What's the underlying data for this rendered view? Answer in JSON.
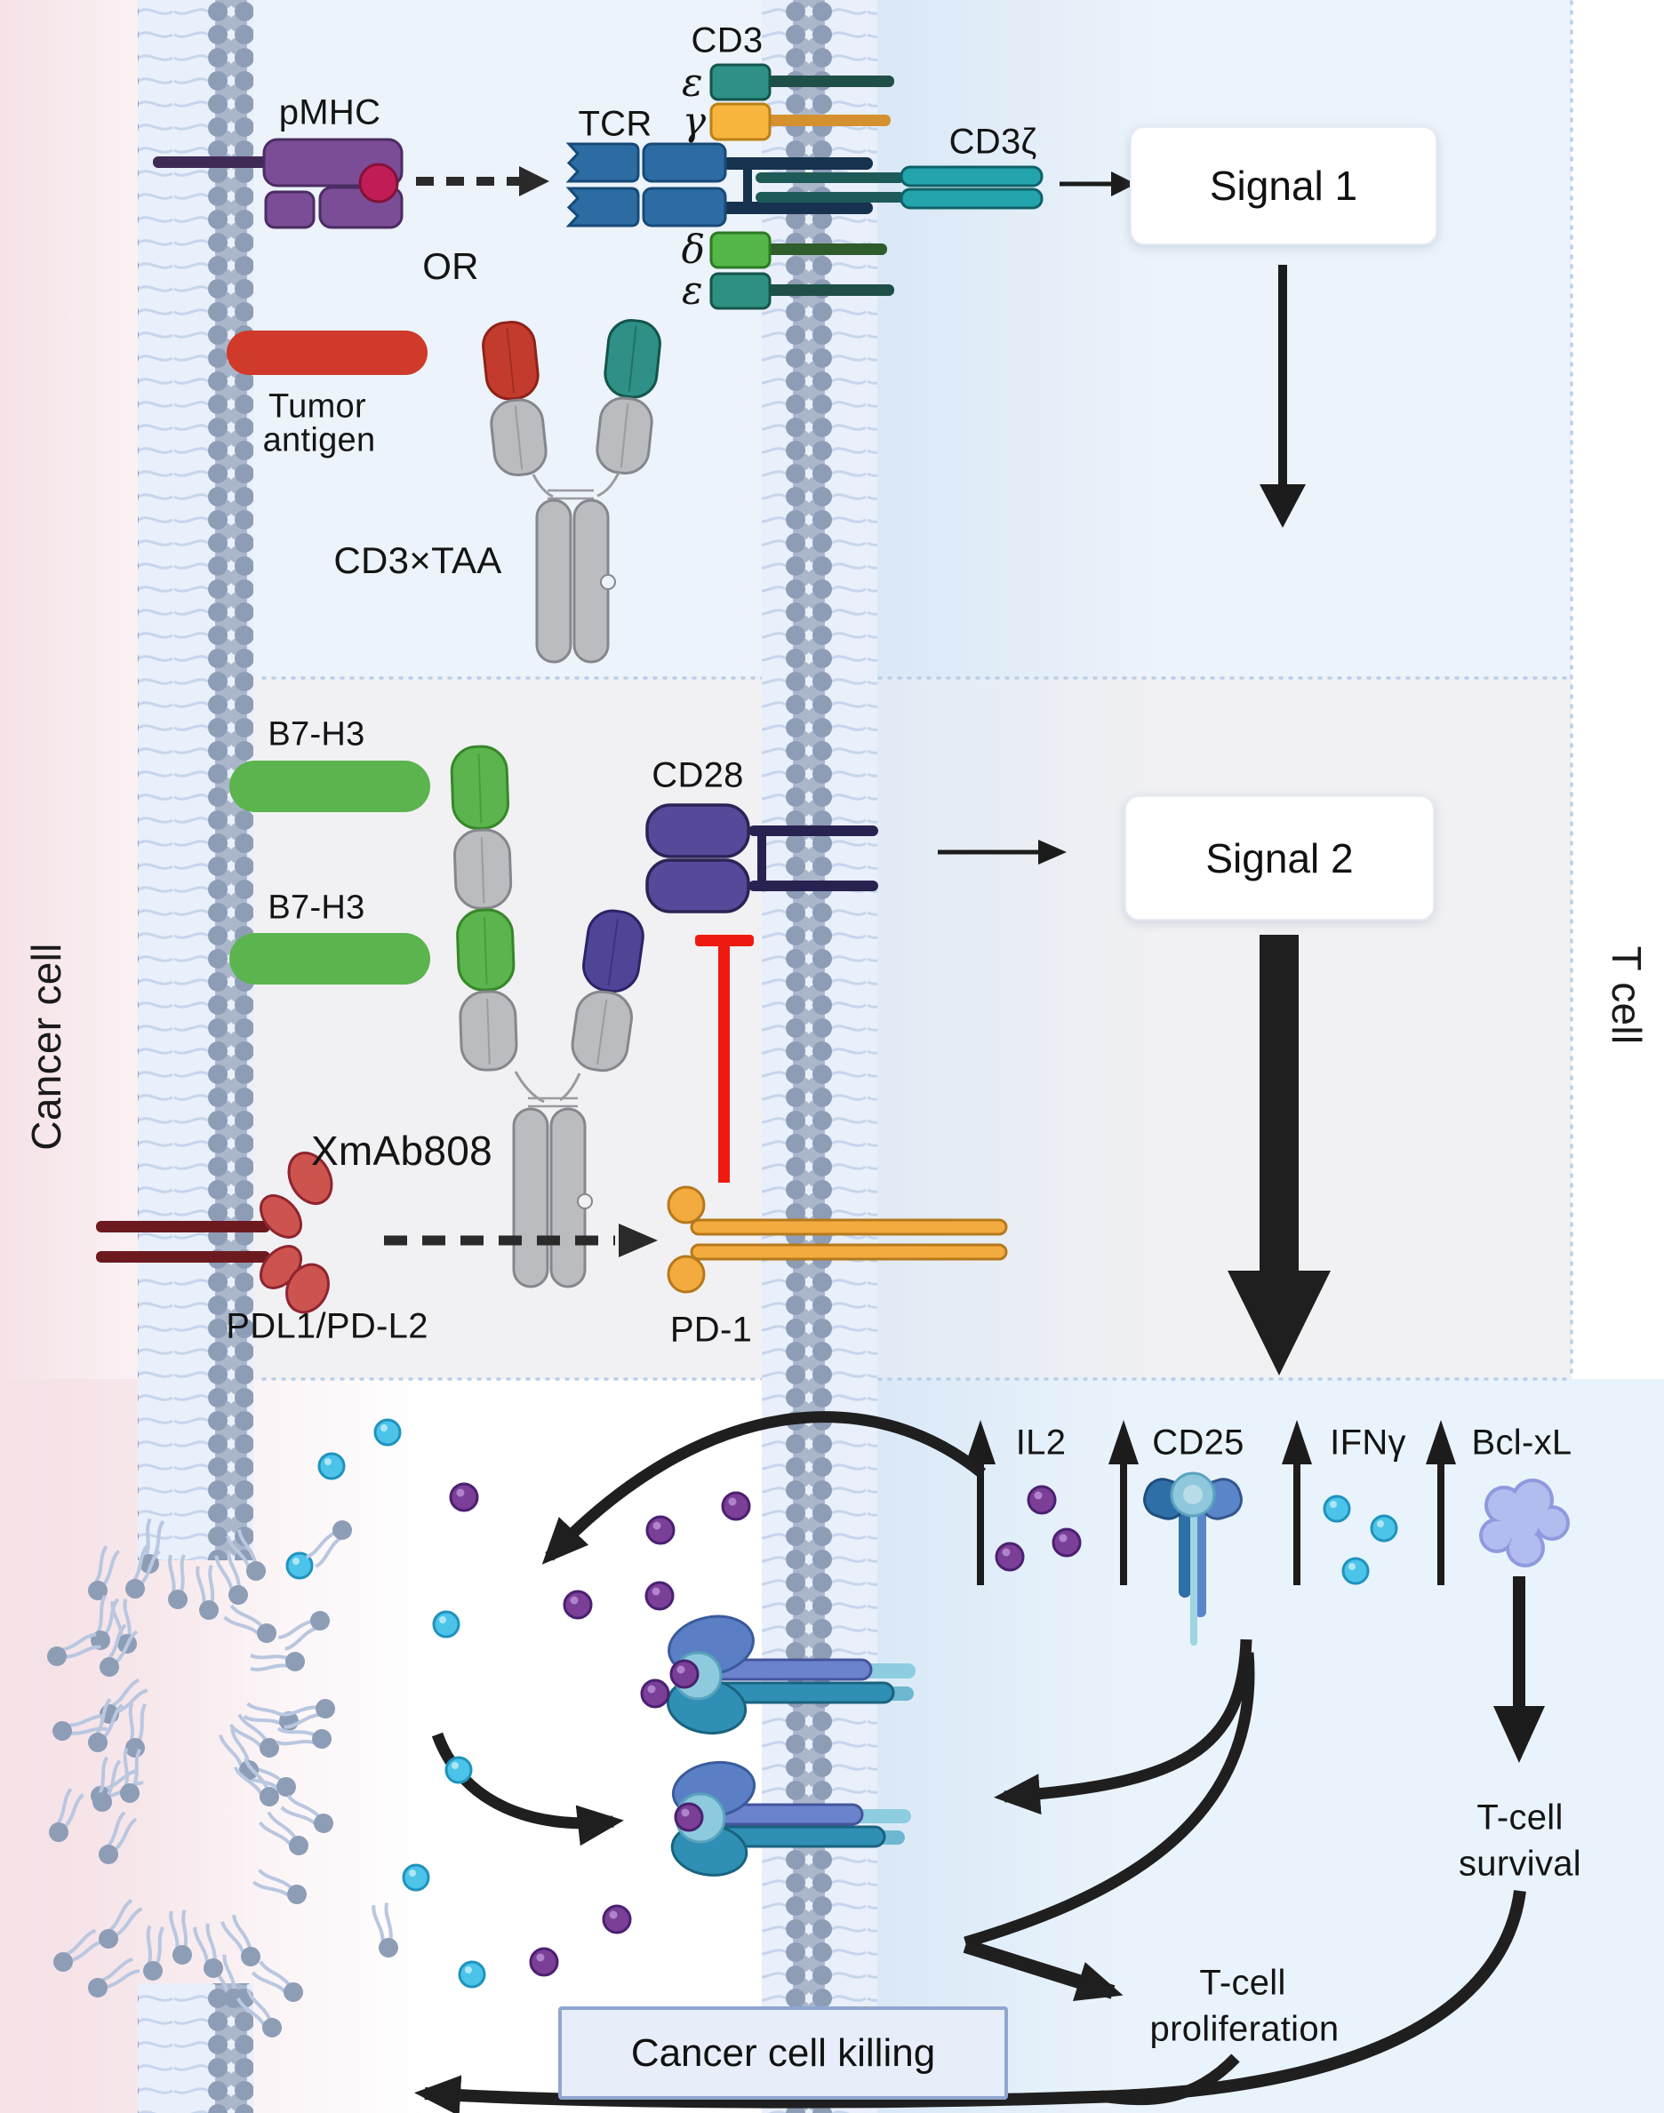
{
  "figure": {
    "side_labels": {
      "cancer_cell": "Cancer cell",
      "t_cell": "T cell"
    },
    "signal1_panel": {
      "pmhc": "pMHC",
      "tcr": "TCR",
      "cd3": "CD3",
      "epsilon_top": "ε",
      "gamma": "γ",
      "delta": "δ",
      "epsilon_bottom": "ε",
      "cd3_zeta": "CD3ζ",
      "or_text": "OR",
      "tumor_antigen": [
        "Tumor",
        "antigen"
      ],
      "bispecific": "CD3×TAA",
      "signal1": "Signal 1"
    },
    "signal2_panel": {
      "b7h3_top": "B7-H3",
      "b7h3_bottom": "B7-H3",
      "cd28": "CD28",
      "xmab808": "XmAb808",
      "pdl1_pdl2": "PDL1/PD-L2",
      "pd1": "PD-1",
      "signal2": "Signal 2"
    },
    "outcome_panel": {
      "cytokines": [
        {
          "label": "IL2"
        },
        {
          "label": "CD25"
        },
        {
          "label": "IFNγ"
        },
        {
          "label": "Bcl-xL"
        }
      ],
      "t_cell_survival": [
        "T-cell",
        "survival"
      ],
      "t_cell_proliferation": [
        "T-cell",
        "proliferation"
      ],
      "cancer_cell_killing": "Cancer cell killing"
    },
    "colors": {
      "pmhc": "#7b4d96",
      "peptide": "#c01d56",
      "tcr": "#2d6ca3",
      "cd3_epsilon": "#2e9086",
      "cd3_gamma": "#f7b53e",
      "cd3_delta": "#55b74a",
      "cd3_zeta": "#23a4ac",
      "tumor_antigen": "#cf3a2a",
      "b7h3": "#5bb44d",
      "cd28": "#57499a",
      "antibody_gray": "#babcbf",
      "pd1": "#f3ab3f",
      "pdl1": "#cd544e",
      "inhibition": "#ee1a11",
      "il2_dot": "#7b3f98",
      "ifng_dot": "#4cc4e9",
      "bclxl": "#aeb8ec",
      "membrane": "#8e9db6",
      "panel_blue": "#ecf3fa",
      "panel_gray": "#f1f1f3"
    }
  }
}
